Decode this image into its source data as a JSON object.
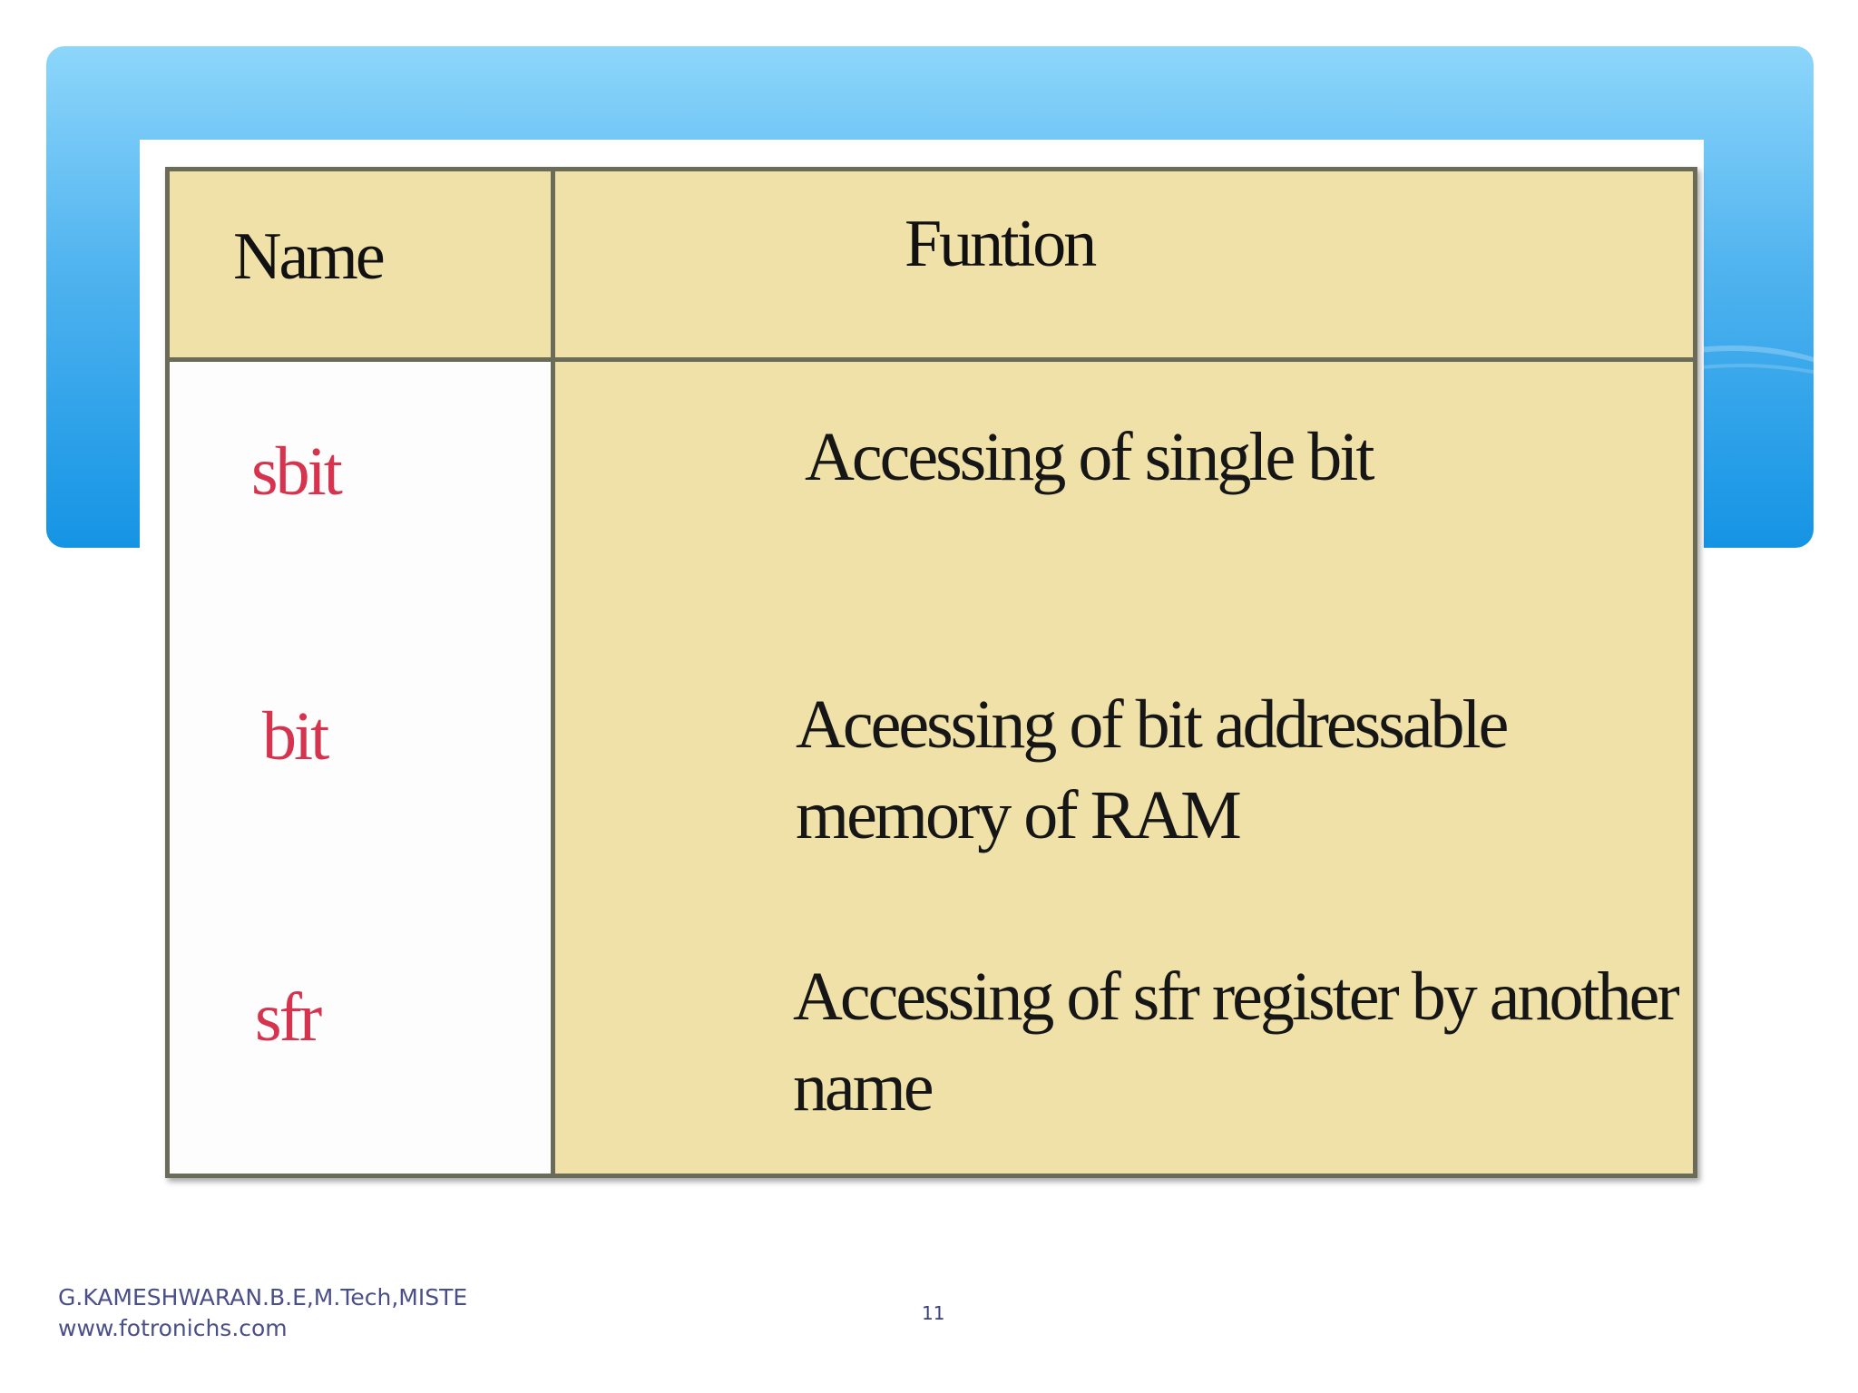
{
  "table": {
    "headers": [
      "Name",
      "Funtion"
    ],
    "rows": [
      {
        "name": "sbit",
        "function": [
          "Accessing of single bit"
        ]
      },
      {
        "name": "bit",
        "function": [
          "Aceessing of bit addressable",
          "memory of RAM"
        ]
      },
      {
        "name": "sfr",
        "function": [
          "Accessing of sfr register by another",
          "name"
        ]
      }
    ]
  },
  "footer": {
    "author": "G.KAMESHWARAN.B.E,M.Tech,MISTE",
    "website": "www.fotronichs.com",
    "page_number": "11"
  },
  "colors": {
    "banner": "#1594e4",
    "table_fill": "#efe1a8",
    "name_text": "#d6344e",
    "footer_text": "#4a4f8a"
  }
}
